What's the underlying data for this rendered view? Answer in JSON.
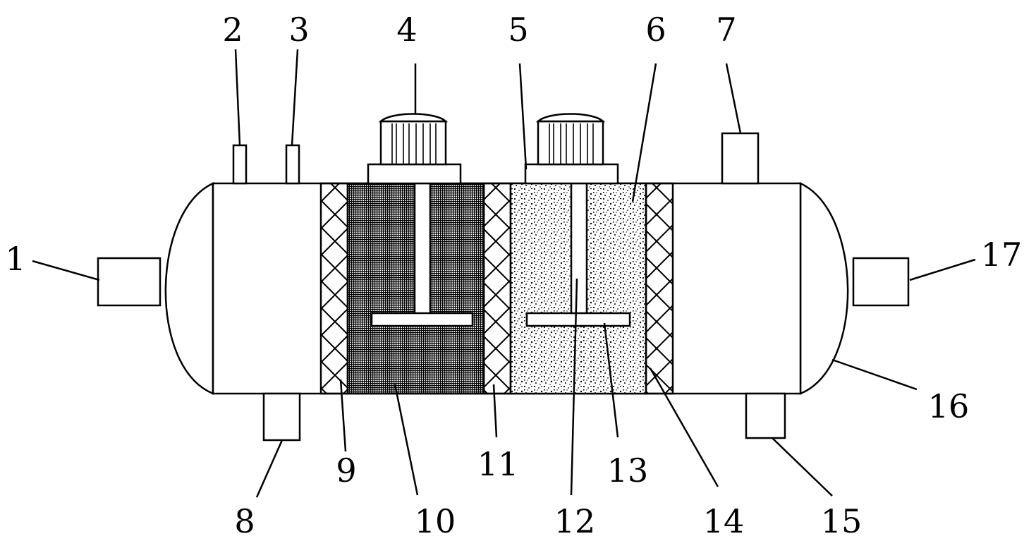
{
  "callouts": [
    {
      "id": "1",
      "part": "left-inlet-pipe"
    },
    {
      "id": "2",
      "part": "top-nozzle-a"
    },
    {
      "id": "3",
      "part": "top-nozzle-b"
    },
    {
      "id": "4",
      "part": "motor-left"
    },
    {
      "id": "5",
      "part": "motor-mount-right"
    },
    {
      "id": "6",
      "part": "sand-filter-chamber"
    },
    {
      "id": "7",
      "part": "top-outlet-pipe"
    },
    {
      "id": "8",
      "part": "bottom-drain-left"
    },
    {
      "id": "9",
      "part": "partition-plate-left"
    },
    {
      "id": "10",
      "part": "mesh-filter-chamber"
    },
    {
      "id": "11",
      "part": "partition-plate-middle"
    },
    {
      "id": "12",
      "part": "stirring-shaft"
    },
    {
      "id": "13",
      "part": "stirring-blade"
    },
    {
      "id": "14",
      "part": "partition-plate-right"
    },
    {
      "id": "15",
      "part": "bottom-drain-right"
    },
    {
      "id": "16",
      "part": "right-end-cap"
    },
    {
      "id": "17",
      "part": "right-outlet-pipe"
    }
  ]
}
